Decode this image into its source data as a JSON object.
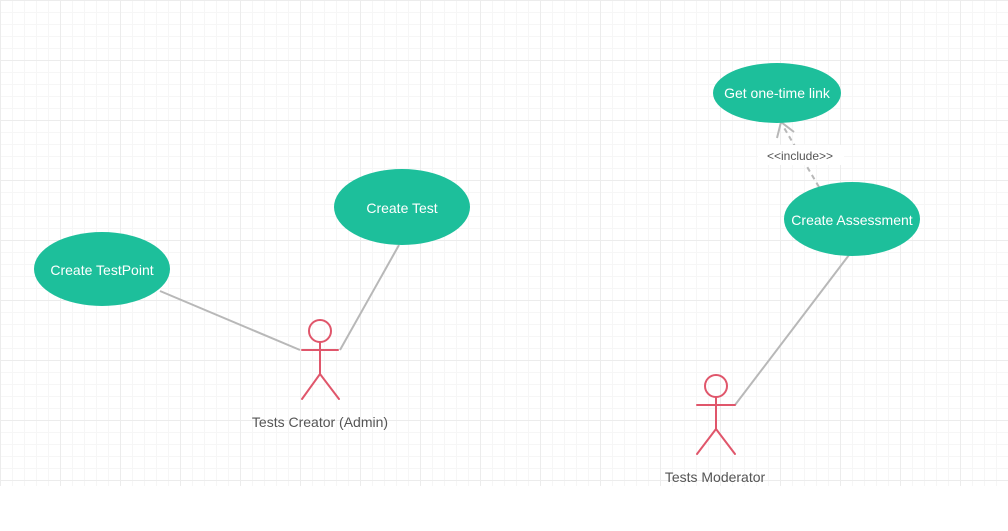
{
  "colors": {
    "usecase_fill": "#1dbf9b",
    "actor_stroke": "#e0566b",
    "association_line": "#b8b8b8",
    "include_line": "#b8b8b8",
    "label_text": "#555555",
    "usecase_text": "#ffffff"
  },
  "use_cases": {
    "get_one_time_link": "Get one-time link",
    "create_test": "Create Test",
    "create_testpoint": "Create TestPoint",
    "create_assessment": "Create Assessment"
  },
  "actors": {
    "tests_creator": "Tests Creator (Admin)",
    "tests_moderator": "Tests Moderator"
  },
  "relations": {
    "include_label": "<<include>>"
  },
  "icons": {
    "actor": "stick-figure-actor-icon",
    "include_arrow": "open-arrowhead-icon"
  }
}
